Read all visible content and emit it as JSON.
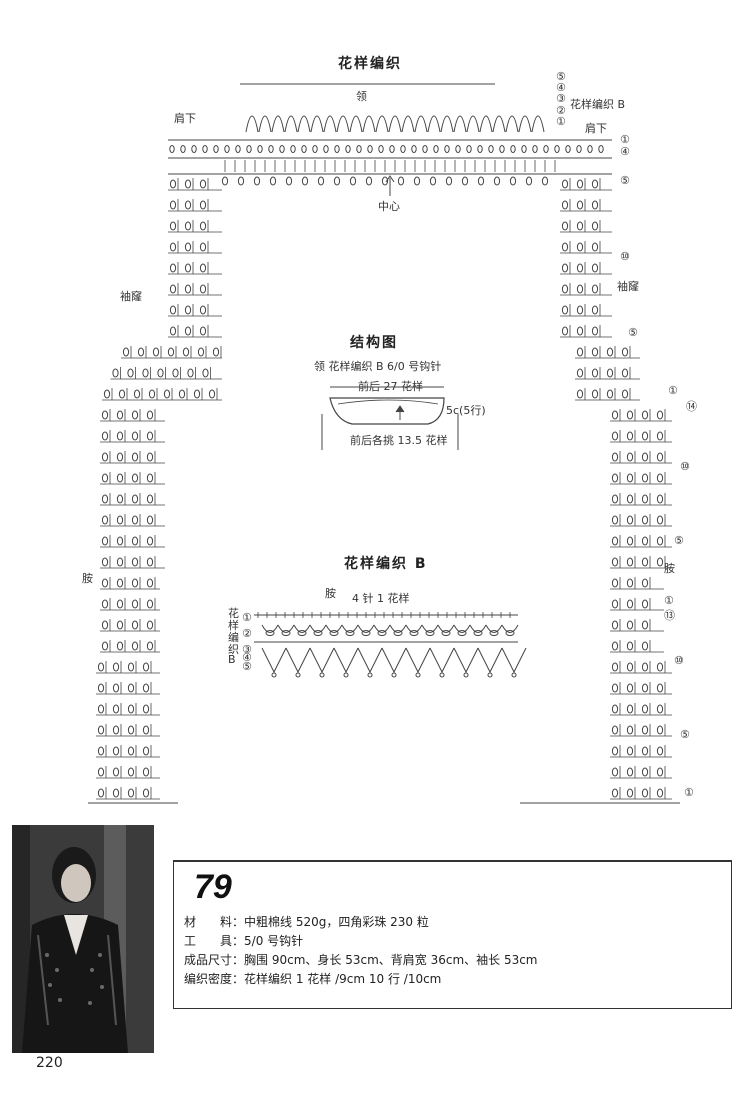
{
  "main_title": "花样编织",
  "top_labels": {
    "neck": "领",
    "shoulder_left": "肩下",
    "shoulder_right": "肩下",
    "pattern_b": "花样编织 B",
    "center": "中心",
    "armhole_left": "袖窿",
    "armhole_right": "袖窿",
    "side_left": "胺",
    "side_right": "胺"
  },
  "row_markers": [
    "①",
    "④",
    "⑤",
    "⑩",
    "⑤",
    "①",
    "⑭",
    "⑩",
    "⑤",
    "①",
    "⑬",
    "⑩",
    "⑤",
    "①"
  ],
  "neck_markers": [
    "⑤",
    "④",
    "③",
    "②",
    "①"
  ],
  "structure": {
    "title": "结构图",
    "subtitle": "领  花样编织 B  6/0 号钩针",
    "top_label": "前后 27 花样",
    "side_label": "5c(5行)",
    "bottom_label": "前后各挑 13.5 花样"
  },
  "pattern_b": {
    "title": "花样编织 B",
    "side_label": "胺",
    "repeat_label": "4 针 1 花样",
    "vertical_label": [
      "花",
      "样",
      "编",
      "织",
      "B"
    ],
    "rows": [
      "①",
      "②",
      "③",
      "④",
      "⑤"
    ]
  },
  "info": {
    "number": "79",
    "rows": [
      {
        "label": "材　　料：",
        "value": "中粗棉线 520g，四角彩珠 230 粒"
      },
      {
        "label": "工　　具：",
        "value": "5/0 号钩针"
      },
      {
        "label": "成品尺寸：",
        "value": "胸围 90cm、身长 53cm、背肩宽 36cm、袖长 53cm"
      },
      {
        "label": "编织密度：",
        "value": "花样编织  1 花样 /9cm    10 行 /10cm"
      }
    ]
  },
  "page_number": "220"
}
